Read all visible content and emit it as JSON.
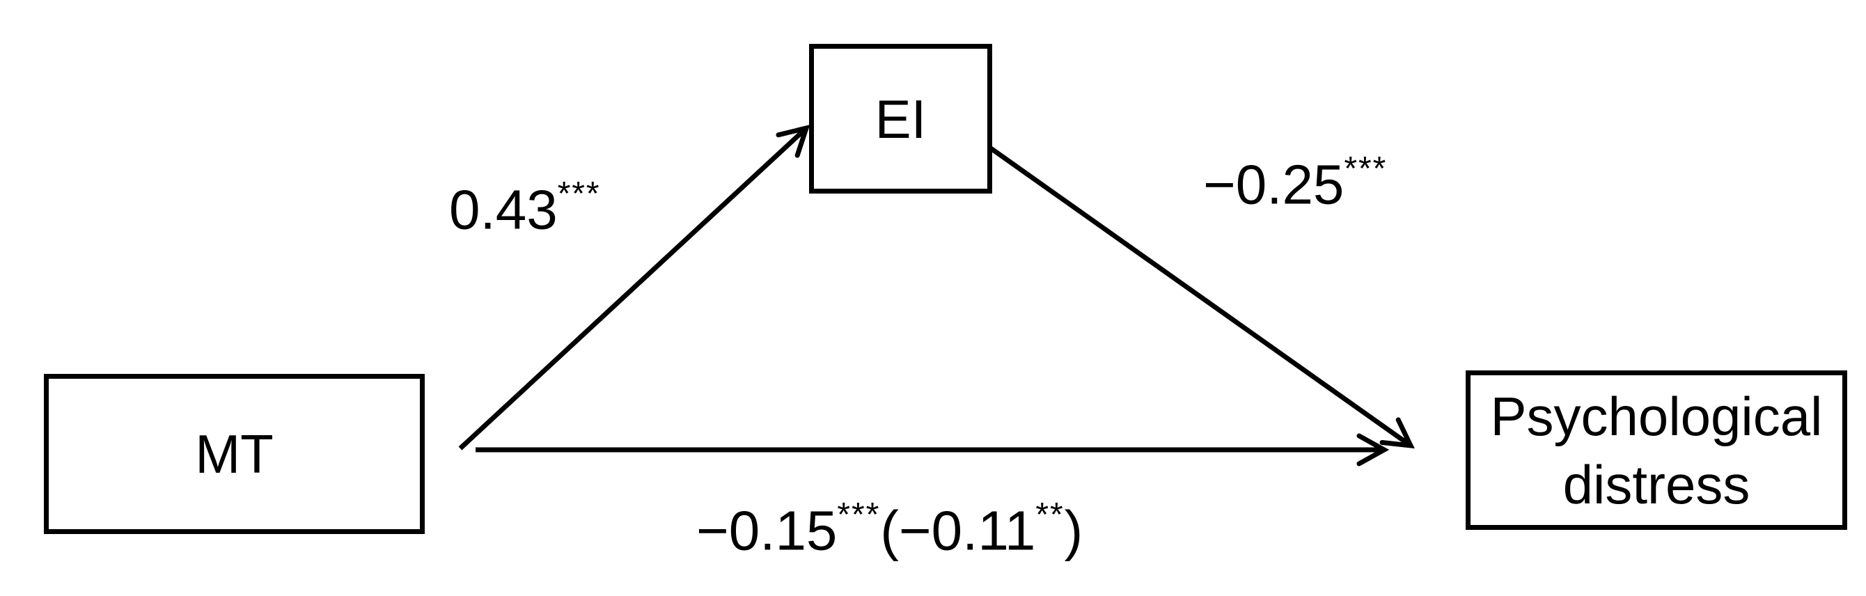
{
  "figure": {
    "type": "mediation-path-diagram",
    "background_color": "#ffffff",
    "stroke_color": "#000000",
    "nodes": {
      "mt": {
        "label": "MT"
      },
      "ei": {
        "label": "EI"
      },
      "outcome": {
        "label_line1": "Psychological",
        "label_line2": "distress"
      }
    },
    "paths": {
      "a": {
        "from": "MT",
        "to": "EI",
        "coefficient": "0.43",
        "significance": "***"
      },
      "b": {
        "from": "EI",
        "to": "Psychological distress",
        "coefficient": "−0.25",
        "significance": "***"
      },
      "c": {
        "from": "MT",
        "to": "Psychological distress",
        "direct_coefficient": "−0.15",
        "direct_significance": "***",
        "indirect_open": "(−0.11",
        "indirect_significance": "**",
        "indirect_close": ")"
      }
    }
  }
}
